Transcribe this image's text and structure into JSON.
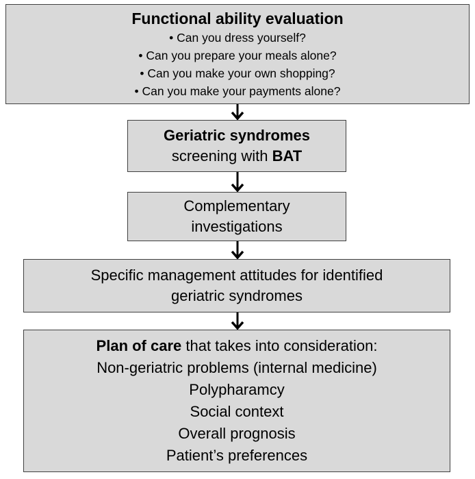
{
  "functional_ability": {
    "title": "Functional ability evaluation",
    "items": [
      "• Can you dress yourself?",
      "• Can you prepare your meals alone?",
      "• Can you make your own shopping?",
      "• Can you make your payments alone?"
    ]
  },
  "geriatric_screening": {
    "title": "Geriatric syndromes",
    "subtitle_prefix": "screening with ",
    "subtitle_bold": "BAT"
  },
  "complementary": {
    "lines": [
      "Complementary",
      "investigations"
    ]
  },
  "management": {
    "lines": [
      "Specific management attitudes for identified",
      "geriatric syndromes"
    ]
  },
  "plan_of_care": {
    "title_bold": "Plan of care",
    "title_rest": " that takes into consideration:",
    "items": [
      "Non-geriatric problems (internal medicine)",
      "Polypharamcy",
      "Social context",
      "Overall prognosis",
      "Patient’s preferences"
    ]
  },
  "colors": {
    "box_fill": "#d9d9d9",
    "box_border": "#404040",
    "arrow": "#000000"
  }
}
